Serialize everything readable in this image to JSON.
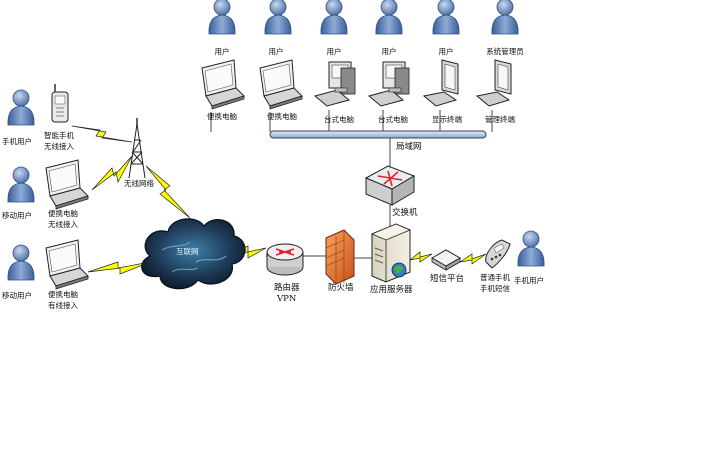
{
  "users_top": [
    "用户",
    "用户",
    "用户",
    "用户",
    "用户",
    "系统管理员"
  ],
  "devices_top": [
    "便携电脑",
    "便携电脑",
    "台式电脑",
    "台式电脑",
    "显示终端",
    "管理终端"
  ],
  "lan": "局域网",
  "switch": "交换机",
  "left": {
    "mobile_user": "手机用户",
    "smartphone": [
      "智能手机",
      "无线接入"
    ],
    "wireless_network": "无线网络",
    "mobile_user_2": "移动用户",
    "laptop_wireless": [
      "便携电脑",
      "无线接入"
    ],
    "mobile_user_3": "移动用户",
    "laptop_wired": [
      "便携电脑",
      "有线接入"
    ]
  },
  "internet": "互联网",
  "router": [
    "路由器",
    "VPN"
  ],
  "firewall": "防火墙",
  "app_server": "应用服务器",
  "sms_platform": "短信平台",
  "ordinary_phone": [
    "普通手机",
    "手机短信"
  ],
  "phone_user": "手机用户",
  "colors": {
    "person": "#5b7fb5",
    "person_dark": "#2f4f86",
    "lan_bar": "#b9cde6",
    "cloud": "#1d3550",
    "lightning": "#ffff00",
    "firewall": "#e8742a"
  },
  "icons": [
    "person-icon",
    "laptop-icon",
    "desktop-icon",
    "monitor-icon",
    "smartphone-icon",
    "tower-icon",
    "cloud-icon",
    "router-icon",
    "firewall-icon",
    "server-icon",
    "switch-icon",
    "sms-device-icon",
    "phone-icon"
  ]
}
